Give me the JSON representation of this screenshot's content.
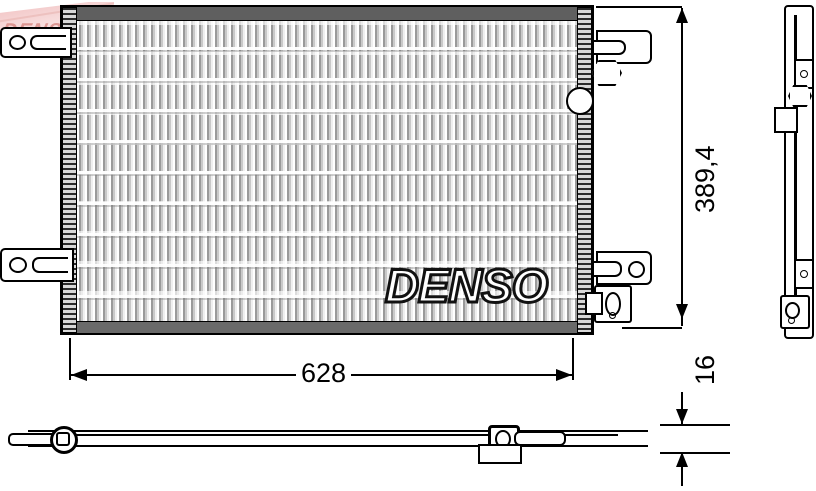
{
  "product": {
    "brand": "DENSO",
    "brand_logo_text": "DENSO",
    "watermark_text": "DENSO",
    "type": "air-conditioning-condenser-technical-drawing"
  },
  "dimensions": {
    "width": {
      "value": "628",
      "label": "628",
      "orientation": "horizontal",
      "unit_implied": "mm"
    },
    "height": {
      "value": "389,4",
      "label": "389,4",
      "orientation": "vertical",
      "unit_implied": "mm"
    },
    "depth": {
      "value": "16",
      "label": "16",
      "orientation": "vertical",
      "unit_implied": "mm"
    }
  },
  "views": {
    "front": {
      "name": "front-view"
    },
    "side": {
      "name": "right-side-view"
    },
    "bottom": {
      "name": "bottom-view"
    }
  },
  "colors": {
    "line": "#000000",
    "core_fill": "#c9c9c9",
    "header_fill": "#5f5f5f",
    "watermark_red": "#c0392b",
    "watermark_text": "#d98b86",
    "background": "#ffffff"
  }
}
